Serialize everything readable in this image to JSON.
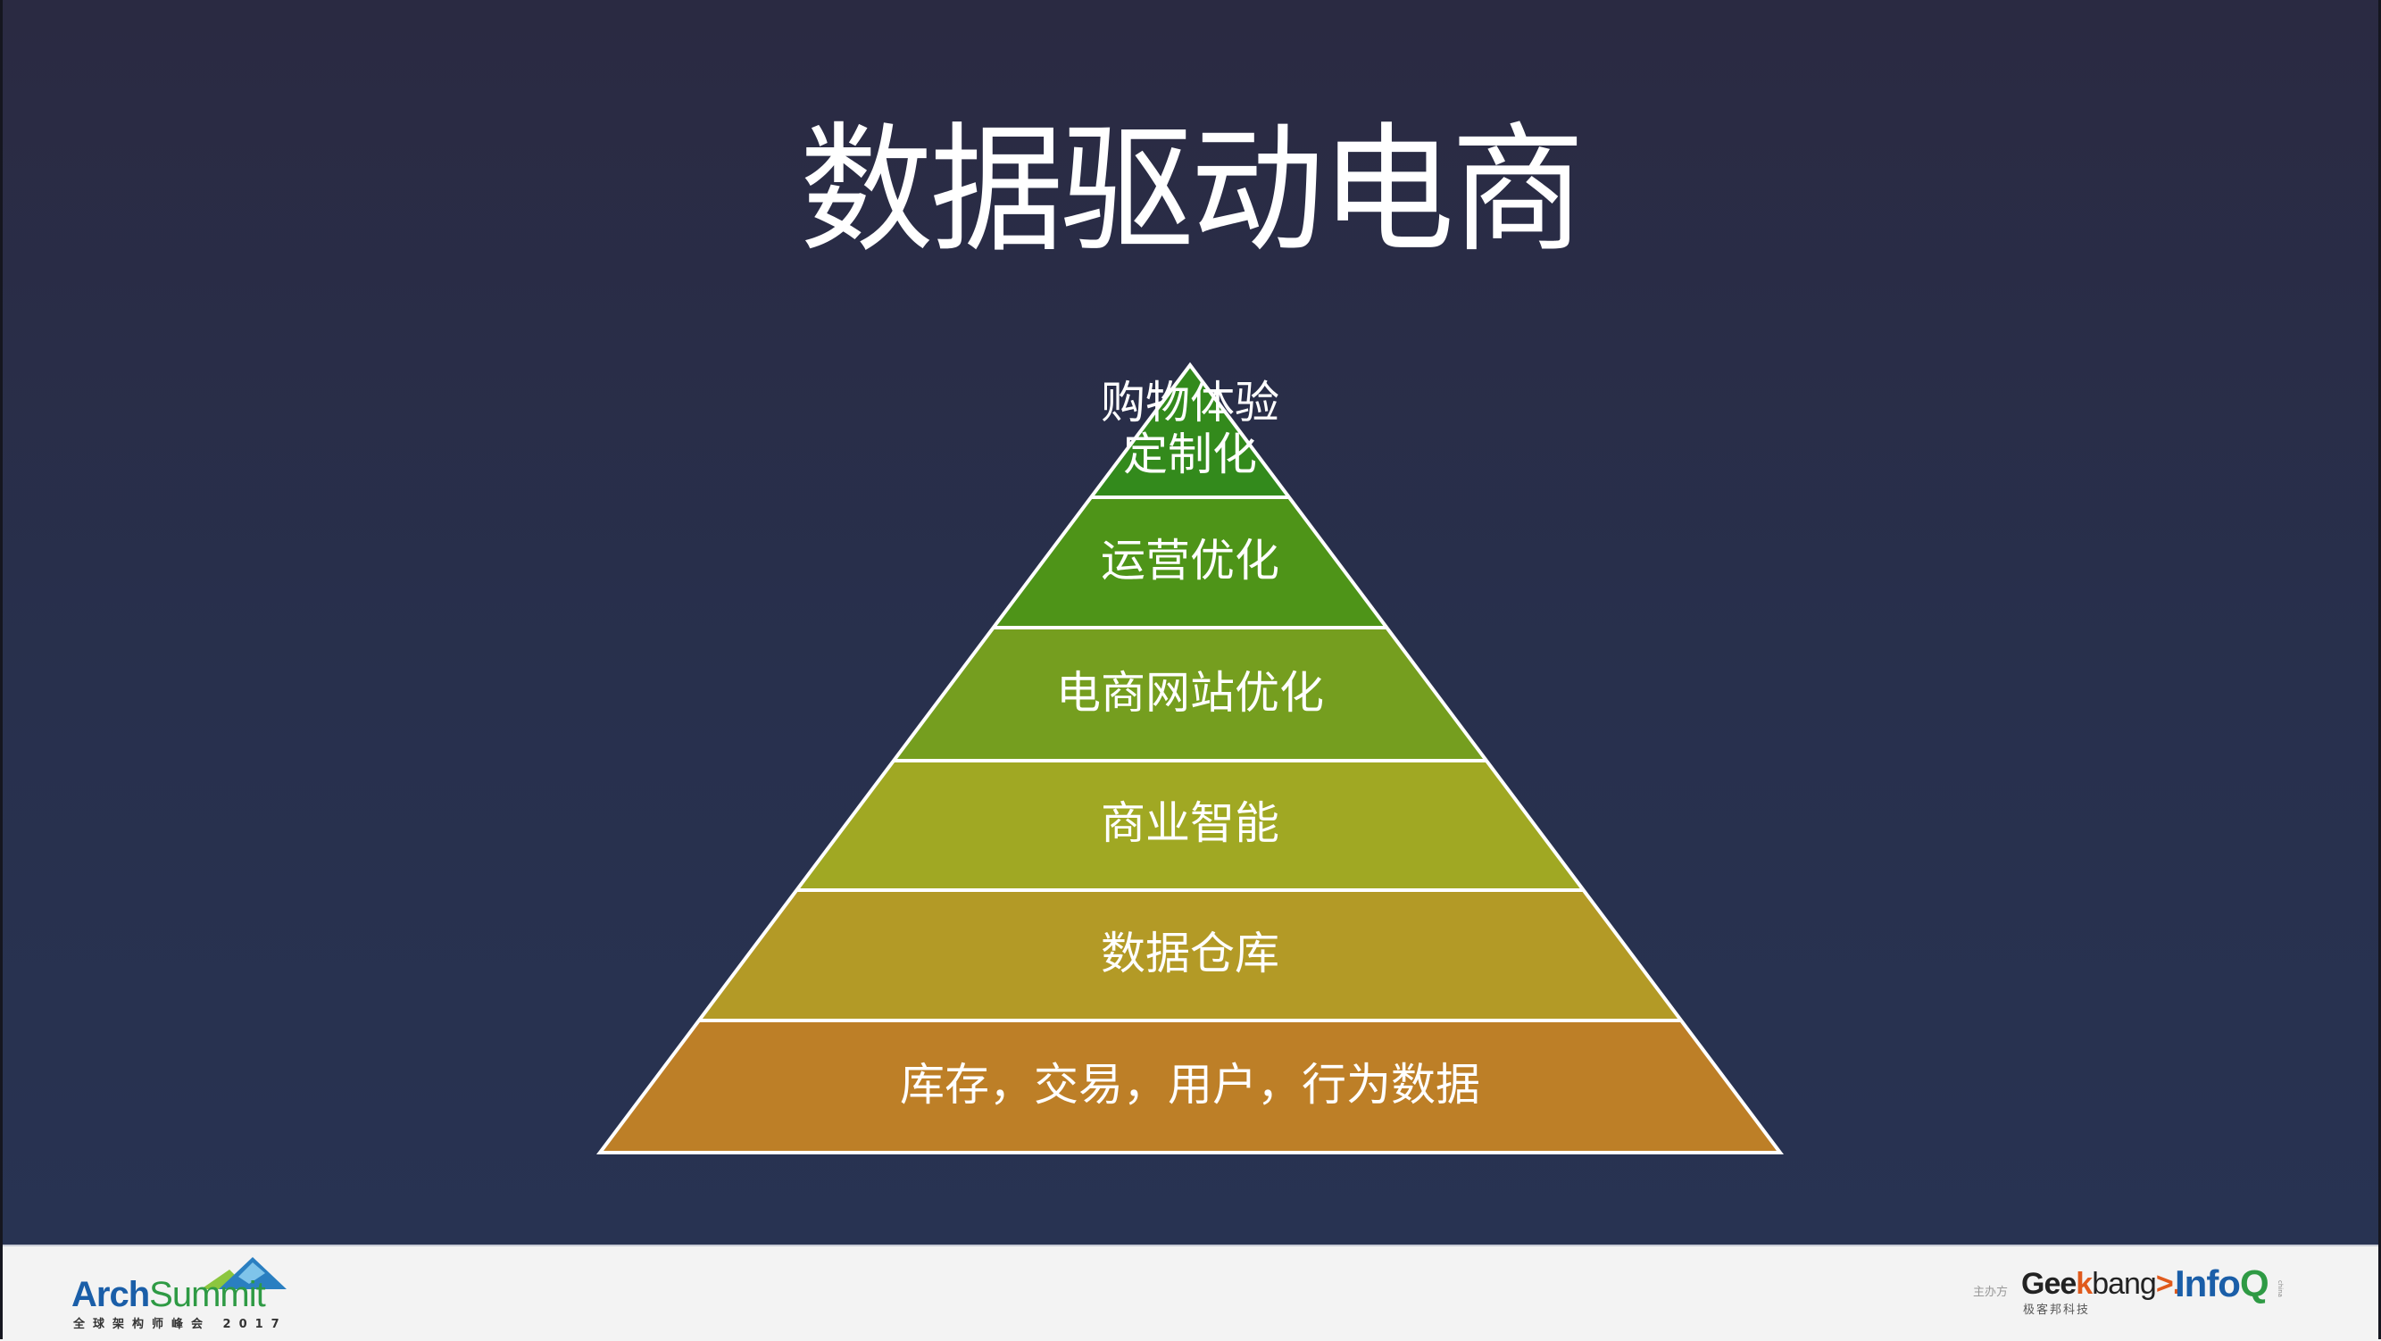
{
  "slide": {
    "title": "数据驱动电商",
    "background_top": "#2a2a42",
    "background_bottom": "#283352"
  },
  "pyramid": {
    "layers": [
      {
        "lines": [
          "购物体验",
          "定制化"
        ],
        "color": "#338a1c"
      },
      {
        "lines": [
          "运营优化"
        ],
        "color": "#4e9418"
      },
      {
        "lines": [
          "电商网站优化"
        ],
        "color": "#759e1f"
      },
      {
        "lines": [
          "商业智能"
        ],
        "color": "#a0a823"
      },
      {
        "lines": [
          "数据仓库"
        ],
        "color": "#b39a26"
      },
      {
        "lines": [
          "库存，交易，用户，行为数据"
        ],
        "color": "#bd7f27"
      }
    ],
    "divider_color": "#ffffff"
  },
  "footer": {
    "left_logo": {
      "brand_part1": "Arch",
      "brand_part2": "Summit",
      "subtitle": "全球架构师峰会 2017",
      "blue": "#1a5ea8",
      "green": "#2e9a44"
    },
    "host_label": "主办方",
    "geekbang": {
      "part1": "Gee",
      "part2": "k",
      "part3": "bang",
      "part4": ">.",
      "subtitle": "极客邦科技"
    },
    "infoq": {
      "part1": "Info",
      "part2": "Q",
      "tag": "china"
    }
  }
}
